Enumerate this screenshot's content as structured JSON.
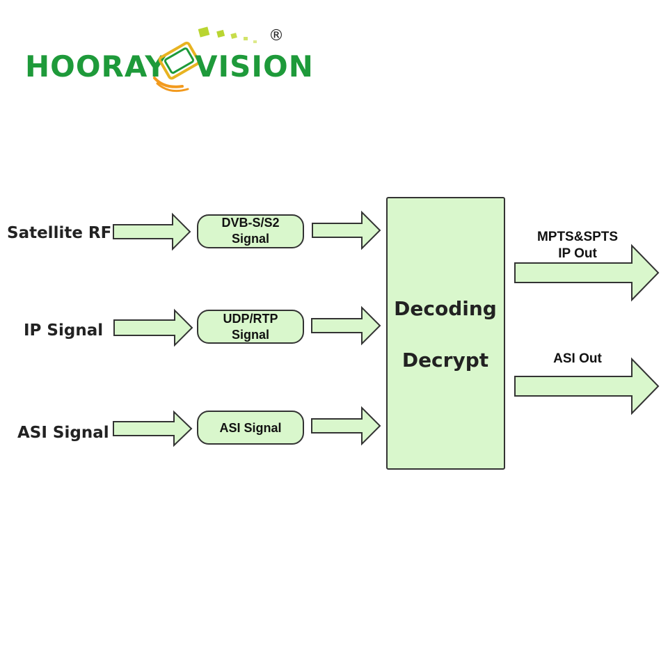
{
  "logo": {
    "left_text": "HOORAY",
    "right_text": "VISION",
    "registered_mark": "®"
  },
  "colors": {
    "box_fill": "#d9f7cc",
    "box_stroke": "#333333",
    "logo_green": "#1e9a3a",
    "logo_lime": "#b9d531",
    "logo_orange": "#f29a1e"
  },
  "inputs": [
    {
      "label": "Satellite RF",
      "process_lines": [
        "DVB-S/S2",
        "Signal"
      ]
    },
    {
      "label": "IP Signal",
      "process_lines": [
        "UDP/RTP",
        "Signal"
      ]
    },
    {
      "label": "ASI Signal",
      "process_lines": [
        "ASI Signal"
      ]
    }
  ],
  "core": {
    "line1": "Decoding",
    "line2": "Decrypt"
  },
  "outputs": [
    {
      "lines": [
        "MPTS&SPTS",
        "IP Out"
      ]
    },
    {
      "lines": [
        "ASI Out"
      ]
    }
  ]
}
